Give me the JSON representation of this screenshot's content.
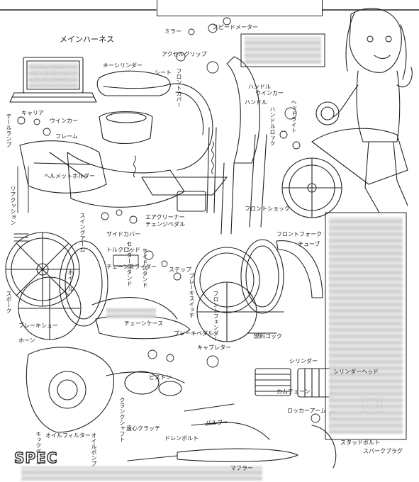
{
  "labels": {
    "mirror": "ミラー",
    "speedometer": "スピードメーター",
    "main_harness": "メインハーネス",
    "key_cylinder": "キーシリンダー",
    "seat": "シート",
    "accel_grip": "アクセルグリップ",
    "carrier": "キャリア",
    "winker_left": "ウインカー",
    "frame": "フレーム",
    "tail_lamp": "テールランプ",
    "helmet_holder": "ヘルメットホルダー",
    "rear_cushion": "リアクッション",
    "winker_right": "ウインカー",
    "handle": "ハンドル",
    "handle_lock": "ハンドルロック",
    "head_light": "ヘッドライト",
    "front_cover": "フロントカバー",
    "front_shock": "フロントショック",
    "air_cleaner": "エアクリーナー",
    "chain_adjuster": "チェンジペダル",
    "swing_arm": "スイングアーム",
    "side_cover": "サイドカバー",
    "center_stand": "センタースタンド",
    "side_stand": "サイドスタンド",
    "torque_rod": "トルクロッド",
    "chain_slider": "チェーンスライダー",
    "step": "ステップ",
    "brake_switch": "ブレーキスイッチ",
    "front_fork": "フロントフォーク",
    "tube": "チューブ",
    "spoke": "スポーク",
    "wheel": "ホイール",
    "brake_shoe": "ブレーキシュー",
    "chain_case": "チェーンケース",
    "brake_pedal": "ブレーキペダル",
    "front_fender": "フロントフェンダー",
    "fuel_cock": "燃料コック",
    "carburetor": "キャブレター",
    "cylinder": "シリンダー",
    "cylinder_head": "シリンダーヘッド",
    "piston": "ピストン",
    "cam_chain": "カムチェーン",
    "rocker_arm": "ロッカーアーム",
    "crankshaft": "クランクシャフト",
    "oil_filter": "オイルフィルター",
    "oil_pump": "オイルポンプ",
    "kick_pedal": "キックペダル",
    "clutch": "遠心クラッチ",
    "drain_bolt": "ドレンボルト",
    "valve": "バルブ",
    "stud_bolt": "スタッドボルト",
    "spark_plug": "スパークプラグ",
    "muffler": "マフラー",
    "horn": "ホーン",
    "seal": "ハンドル",
    "spec": "SPEC"
  },
  "icons": {
    "bike": "motorcycle-illustration-icon",
    "girl": "girl-rider-illustration-icon",
    "laptop": "laptop-icon",
    "wheel": "wheel-icon"
  },
  "colors": {
    "ink": "#222222",
    "paper": "#ffffff",
    "redaction": "#d0d0d0"
  }
}
